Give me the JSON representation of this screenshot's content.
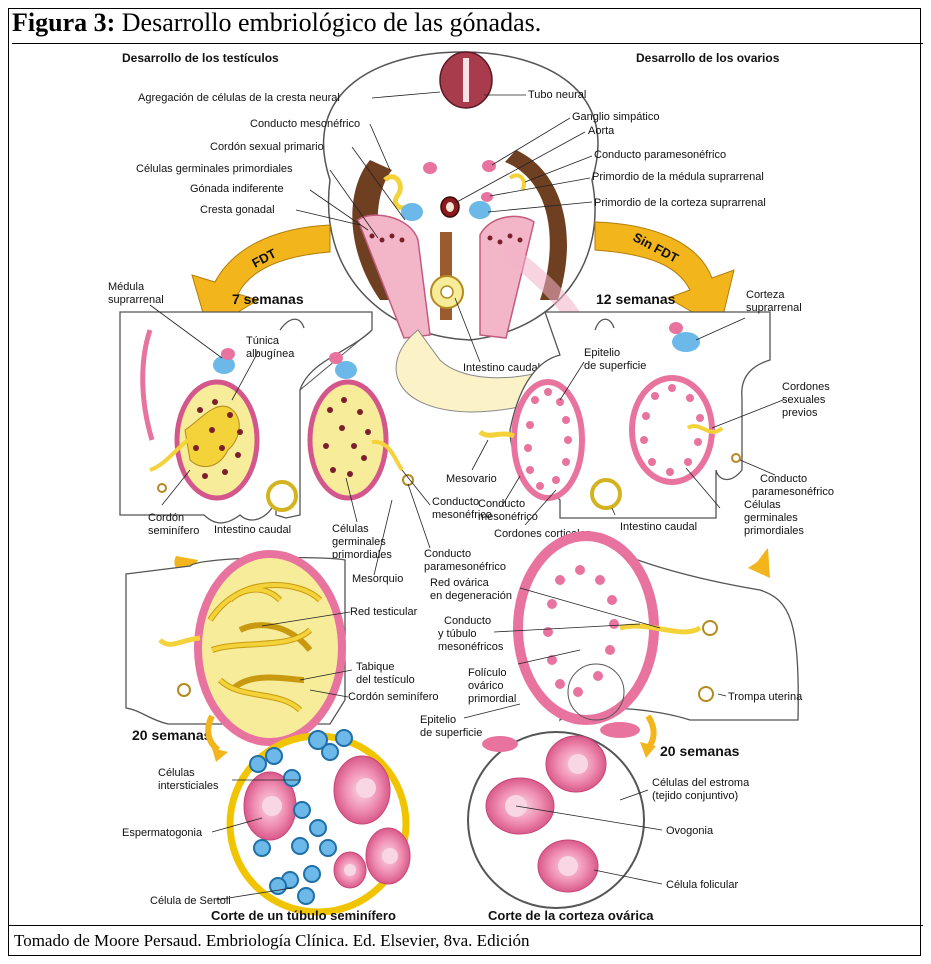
{
  "figure": {
    "title_bold": "Figura 3:",
    "title_rest": " Desarrollo embriológico de las gónadas.",
    "caption": "Tomado de Moore Persaud. Embriología Clínica. Ed. Elsevier, 8va. Edición"
  },
  "headers": {
    "left": "Desarrollo de los testículos",
    "right": "Desarrollo de los ovarios"
  },
  "arrows": {
    "left": "FDT",
    "right": "Sin FDT"
  },
  "stages": {
    "w7": "7 semanas",
    "w12": "12 semanas",
    "w20_left": "20 semanas",
    "w20_right": "20 semanas"
  },
  "top_labels": {
    "agregacion": "Agregación de células de la cresta neural",
    "conducto_mesonefrico": "Conducto mesonéfrico",
    "cordon_sexual": "Cordón sexual primario",
    "celulas_germinales": "Células germinales primordiales",
    "gonada_indiferente": "Gónada indiferente",
    "cresta_gonadal": "Cresta gonadal",
    "tubo_neural": "Tubo neural",
    "ganglio": "Ganglio simpático",
    "aorta": "Aorta",
    "paramesonefrico": "Conducto paramesonéfrico",
    "primordio_medula": "Primordio de la médula suprarrenal",
    "primordio_corteza": "Primordio de la corteza suprarrenal",
    "intestino_caudal": "Intestino caudal"
  },
  "left_labels": {
    "medula_1": "Médula",
    "medula_2": "suprarrenal",
    "tunica_1": "Túnica",
    "tunica_2": "albugínea",
    "cordon_sem_1": "Cordón",
    "cordon_sem_2": "seminífero",
    "intestino": "Intestino caudal",
    "celulas_1": "Células",
    "celulas_2": "germinales",
    "celulas_3": "primordiales",
    "mesorquio": "Mesorquio",
    "conducto_meso_1": "Conducto",
    "conducto_meso_2": "mesonéfrico",
    "conducto_para_1": "Conducto",
    "conducto_para_2": "paramesonéfrico",
    "red_testicular": "Red testicular",
    "tabique_1": "Tabique",
    "tabique_2": "del testículo",
    "cordon_seminifero": "Cordón seminífero"
  },
  "right_labels": {
    "corteza_1": "Corteza",
    "corteza_2": "suprarrenal",
    "epitelio_1": "Epitelio",
    "epitelio_2": "de superficie",
    "cordones_1": "Cordones",
    "cordones_2": "sexuales",
    "cordones_3": "previos",
    "conducto_para_1": "Conducto",
    "conducto_para_2": "paramesonéfrico",
    "mesovario": "Mesovario",
    "conducto_meso_1": "Conducto",
    "conducto_meso_2": "mesonéfrico",
    "cordones_corticales": "Cordones corticales",
    "intestino": "Intestino caudal",
    "celulas_1": "Células",
    "celulas_2": "germinales",
    "celulas_3": "primordiales",
    "red_ovarica_1": "Red ovárica",
    "red_ovarica_2": "en degeneración",
    "conducto_tubulo_1": "Conducto",
    "conducto_tubulo_2": "y túbulo",
    "conducto_tubulo_3": "mesonéfricos",
    "foliculo_1": "Folículo",
    "foliculo_2": "ovárico",
    "foliculo_3": "primordial",
    "trompa": "Trompa uterina",
    "epitelio_b_1": "Epitelio",
    "epitelio_b_2": "de superficie"
  },
  "bottom_labels": {
    "intersticiales_1": "Células",
    "intersticiales_2": "intersticiales",
    "espermatogonia": "Espermatogonia",
    "sertoli": "Célula de Sertoli",
    "corte_tubulo": "Corte de un túbulo seminífero",
    "estroma_1": "Células del estroma",
    "estroma_2": "(tejido conjuntivo)",
    "ovogonia": "Ovogonia",
    "folicular": "Célula folicular",
    "corte_ovario": "Corte de la corteza ovárica"
  },
  "colors": {
    "pink": "#e8739f",
    "light_pink": "#f6c7d8",
    "yellow": "#f3d23a",
    "blue": "#6cb8e8",
    "dark_blue": "#1f6fa8",
    "brown": "#7a4a2a",
    "maroon": "#7a1f2b",
    "arrow": "#f2b51c"
  }
}
